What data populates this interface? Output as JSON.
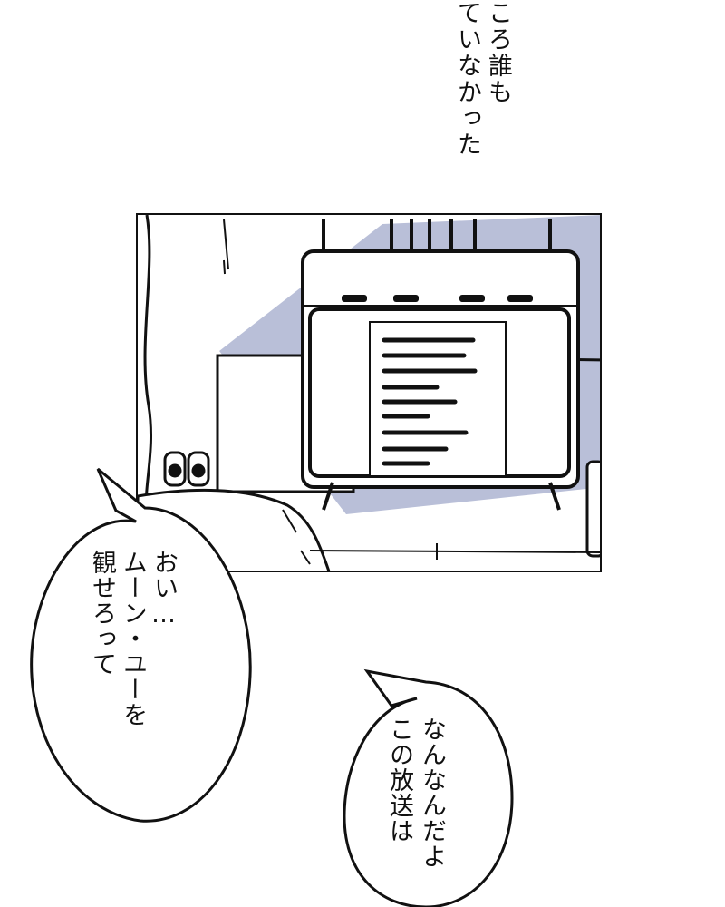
{
  "narration": {
    "lines": [
      "ころ誰も",
      "ていなかった"
    ]
  },
  "bubbles": {
    "left": {
      "lines": [
        "おい…",
        "ムーン・ユーを",
        "観せろって"
      ]
    },
    "right": {
      "lines": [
        "なんなんだよ",
        "この放送は"
      ]
    }
  },
  "colors": {
    "ink": "#111111",
    "tone_blue": "#b9bfd8",
    "paper": "#ffffff"
  }
}
